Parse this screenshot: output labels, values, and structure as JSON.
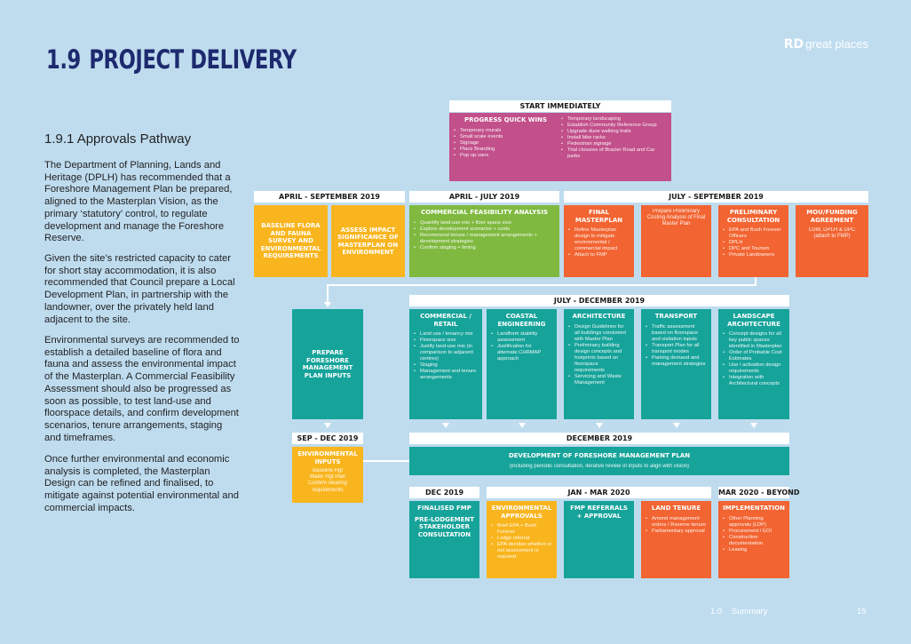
{
  "header": {
    "number": "1.9",
    "title": "PROJECT DELIVERY",
    "logo_mark": "RD",
    "logo_text": "great places"
  },
  "intro": {
    "subheading": "1.9.1  Approvals Pathway",
    "paragraphs": [
      "The Department of Planning, Lands and Heritage (DPLH) has recommended that a Foreshore Management Plan be prepared, aligned to the Masterplan Vision, as the primary ‘statutory’ control, to regulate development and manage the Foreshore Reserve.",
      "Given the site’s restricted capacity to cater for short stay accommodation, it is also recommended that Council prepare a Local Development Plan, in partnership with the landowner, over the privately held land adjacent to the site.",
      "Environmental surveys are recommended to establish a detailed baseline of flora and fauna and assess the environmental impact of the Masterplan. A Commercial Feasibility Assessment should also be progressed as soon as possible, to test land-use and floorspace details, and confirm development scenarios, tenure arrangements, staging and timeframes.",
      "Once further environmental and economic analysis is completed, the Masterplan Design can be refined and finalised, to mitigate against potential environmental and commercial impacts."
    ]
  },
  "phases": {
    "start": "START IMMEDIATELY",
    "apr_sep": "APRIL - SEPTEMBER 2019",
    "apr_jul": "APRIL - JULY 2019",
    "jul_sep": "JULY - SEPTEMBER 2019",
    "jul_dec": "JULY - DECEMBER 2019",
    "sep_dec": "SEP - DEC 2019",
    "dec2019": "DECEMBER 2019",
    "dec": "DEC 2019",
    "jan_mar": "JAN - MAR 2020",
    "mar_beyond": "MAR 2020 - BEYOND"
  },
  "quickwins": {
    "title": "PROGRESS QUICK WINS",
    "left": [
      "Temporary murals",
      "Small scale events",
      "Signage",
      "Place Branding",
      "Pop up vans"
    ],
    "right": [
      "Temporary landscaping",
      "Establish Community Reference Group",
      "Upgrade dune walking trails",
      "Install bike racks",
      "Pedestrian signage",
      "Trial closures of Brazier Road and Car parks"
    ]
  },
  "row1": {
    "flora": "BASELINE FLORA AND FAUNA SURVEY AND ENVIRONMENTAL REQUIREMENTS",
    "impact": "ASSESS IMPACT SIGNIFICANCE OF MASTERPLAN ON ENVIRONMENT",
    "cfa_title": "COMMERCIAL FEASIBILITY ANALYSIS",
    "cfa_items": [
      "Quantify land-use mix + floor space size",
      "Explore development scenarios + costs",
      "Recommend tenure / management arrangements + development strategies",
      "Confirm staging + timing"
    ],
    "fm_title": "FINAL MASTERPLAN",
    "fm_items": [
      "Refine Masterplan design to mitigate environmental / commercial impact",
      "Attach to FMP"
    ],
    "prep_text": "Prepare Preliminary Costing Analysis of Final Master Plan",
    "pc_title": "PRELIMINARY CONSULTATION",
    "pc_items": [
      "EPA and Bush Forever Officers",
      "DPLH",
      "DPC and Tourism",
      "Private Landowners"
    ],
    "mou_title": "MOU/FUNDING AGREEMENT",
    "mou_text": "CoW, DPLH & DPC (attach to FMP)"
  },
  "row2": {
    "prepare": "PREPARE FORESHORE MANAGEMENT PLAN INPUTS",
    "comm_title": "COMMERCIAL / RETAIL",
    "comm_items": [
      "Land use / tenancy mix",
      "Floorspace size",
      "Justify land-use mix (in comparison to adjacent centres)",
      "Staging",
      "Management and tenure arrangements"
    ],
    "coast_title": "COASTAL ENGINEERING",
    "coast_items": [
      "Landform stability assessment",
      "Justification for alternate CHRMAP approach"
    ],
    "arch_title": "ARCHITECTURE",
    "arch_items": [
      "Design Guidelines for all buildings consistent with Master Plan",
      "Preliminary building design concepts and footprints based on floorspace requirements",
      "Servicing and Waste Management"
    ],
    "trans_title": "TRANSPORT",
    "trans_items": [
      "Traffic assessment based on floorspace and visitation inputs",
      "Transport Plan for all transport modes",
      "Parking demand and management strategies"
    ],
    "land_title": "LANDSCAPE ARCHITECTURE",
    "land_items": [
      "Concept designs for all key public spaces identified in Masterplan",
      "Order of Probable Cost Estimates",
      "Use / activation design requirements",
      "Integration with Architectural concepts"
    ]
  },
  "row3": {
    "env_title": "ENVIRONMENTAL INPUTS",
    "env_items": [
      "Baseline Hgt",
      "Water Hgt Plan",
      "Confirm clearing requirements"
    ],
    "dev_title": "DEVELOPMENT OF FORESHORE MANAGEMENT PLAN",
    "dev_sub": "(including periodic consultation, iterative review of inputs to align with vision)"
  },
  "row4": {
    "fin_title": "FINALISED FMP",
    "fin_sub": "PRE-LODGEMENT STAKEHOLDER CONSULTATION",
    "envapp_title": "ENVIRONMENTAL APPROVALS",
    "envapp_items": [
      "Brief EPA + Bush Forever",
      "Lodge referral",
      "EPA decides whether or not assessment is required"
    ],
    "ref_title": "FMP REFERRALS + APPROVAL",
    "lt_title": "LAND TENURE",
    "lt_items": [
      "Amend management orders / Reserve tenure",
      "Parliamentary approval"
    ],
    "impl_title": "IMPLEMENTATION",
    "impl_items": [
      "Other Planning approvals (LDP)",
      "Procurement / EOI",
      "Construction documentation",
      "Leasing"
    ]
  },
  "footer": {
    "section": "1.0",
    "label": "Summary",
    "page": "15"
  },
  "colors": {
    "background": "#bfdcef",
    "teal": "#16a39a",
    "green": "#7fb940",
    "orange": "#f26431",
    "amber": "#f9b51e",
    "pink": "#c2508a",
    "title": "#1d2a6e"
  }
}
